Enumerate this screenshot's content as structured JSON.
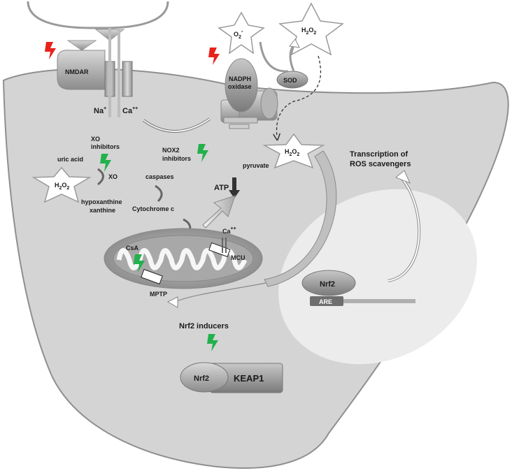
{
  "labels": {
    "nmdar": "NMDAR",
    "na": "Na",
    "na_sup": "+",
    "ca": "Ca",
    "ca_sup": "++",
    "nadph": "NADPH",
    "oxidase": "oxidase",
    "o2": "O",
    "o2_sub": "2",
    "o2_sup": "-",
    "h2o2_top": "H",
    "h2o2_top_sub": "2",
    "h2o2_top_o": "O",
    "h2o2_top_sub2": "2",
    "sod": "SOD",
    "xo_inhibitors_1": "XO",
    "xo_inhibitors_2": "inhibitors",
    "uric_acid": "uric acid",
    "xo": "XO",
    "h2o2_left": "H",
    "h2o2_left_sub": "2",
    "h2o2_left_o": "O",
    "h2o2_left_sub2": "2",
    "hypoxanthine": "hypoxanthine",
    "xanthine": "xanthine",
    "nox2_1": "NOX2",
    "nox2_2": "inhibitors",
    "caspases": "caspases",
    "cytochrome": "Cytochrome c",
    "atp": "ATP",
    "ca_mito": "Ca",
    "ca_mito_sup": "++",
    "mcu": "MCU",
    "csa": "CsA",
    "mptp": "MPTP",
    "pyruvate": "pyruvate",
    "h2o2_mid": "H",
    "h2o2_mid_sub": "2",
    "h2o2_mid_o": "O",
    "h2o2_mid_sub2": "2",
    "transcription_1": "Transcription of",
    "transcription_2": "ROS scavengers",
    "nrf2_nucleus": "Nrf2",
    "are": "ARE",
    "nrf2_inducers": "Nrf2 inducers",
    "nrf2_complex": "Nrf2",
    "keap1": "KEAP1"
  },
  "colors": {
    "cell_fill": "#d4d4d4",
    "cell_stroke": "#8a8a8a",
    "nucleus_fill": "#ededed",
    "inhibitor_green": "#22b14c",
    "stimulus_red": "#e8211c"
  }
}
